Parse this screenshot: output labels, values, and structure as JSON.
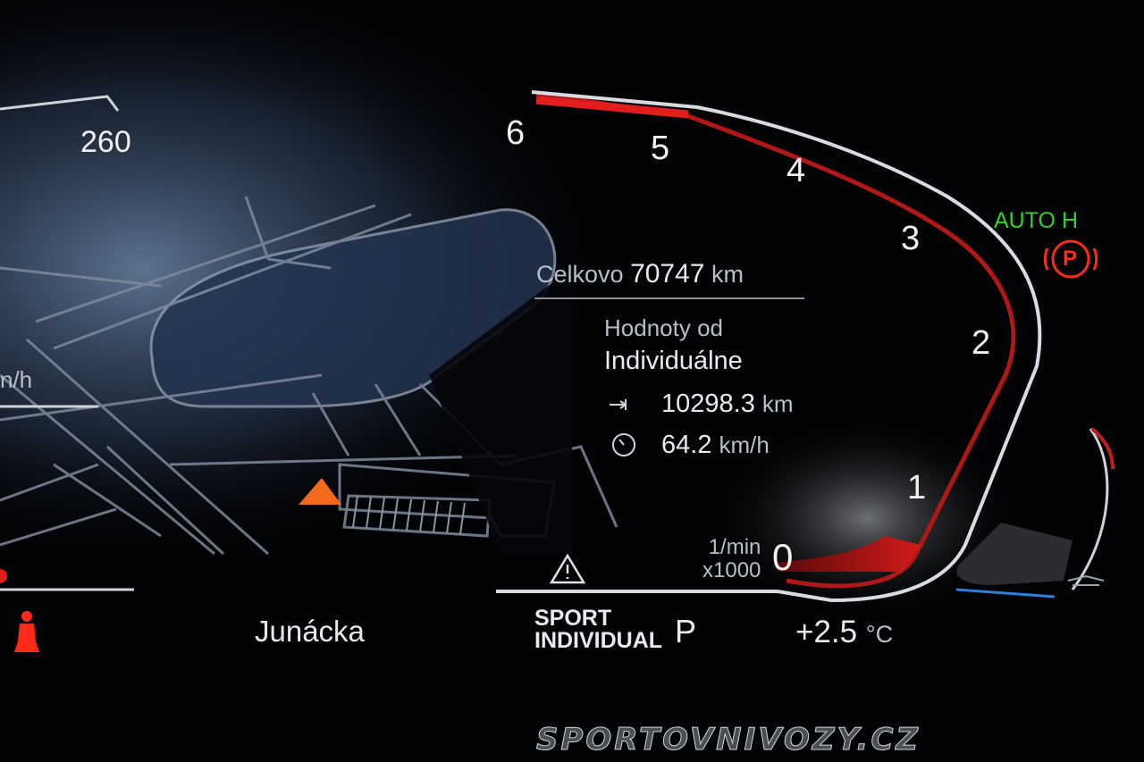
{
  "speedometer": {
    "top_mark": "260",
    "unit_partial": "n/h"
  },
  "tachometer": {
    "marks": [
      "6",
      "5",
      "4",
      "3",
      "2",
      "1",
      "0"
    ],
    "unit_line1": "1/min",
    "unit_line2": "x1000"
  },
  "trip": {
    "total_label": "Celkovo",
    "total_value": "70747",
    "total_unit": "km",
    "since_label": "Hodnoty od",
    "since_value": "Individuálne",
    "distance_value": "10298.3",
    "distance_unit": "km",
    "avg_speed_value": "64.2",
    "avg_speed_unit": "km/h"
  },
  "indicators": {
    "auto_hold": "AUTO H",
    "parking_brake": "P",
    "auto_hold_color": "#2fd12f",
    "warning_color": "#ff2a1a"
  },
  "status_bar": {
    "street": "Junácka",
    "drive_mode_line1": "SPORT",
    "drive_mode_line2": "INDIVIDUAL",
    "gear": "P",
    "temperature": "+2.5",
    "temperature_unit": "°C"
  },
  "watermark": "SPORTOVNIVOZY.CZ"
}
